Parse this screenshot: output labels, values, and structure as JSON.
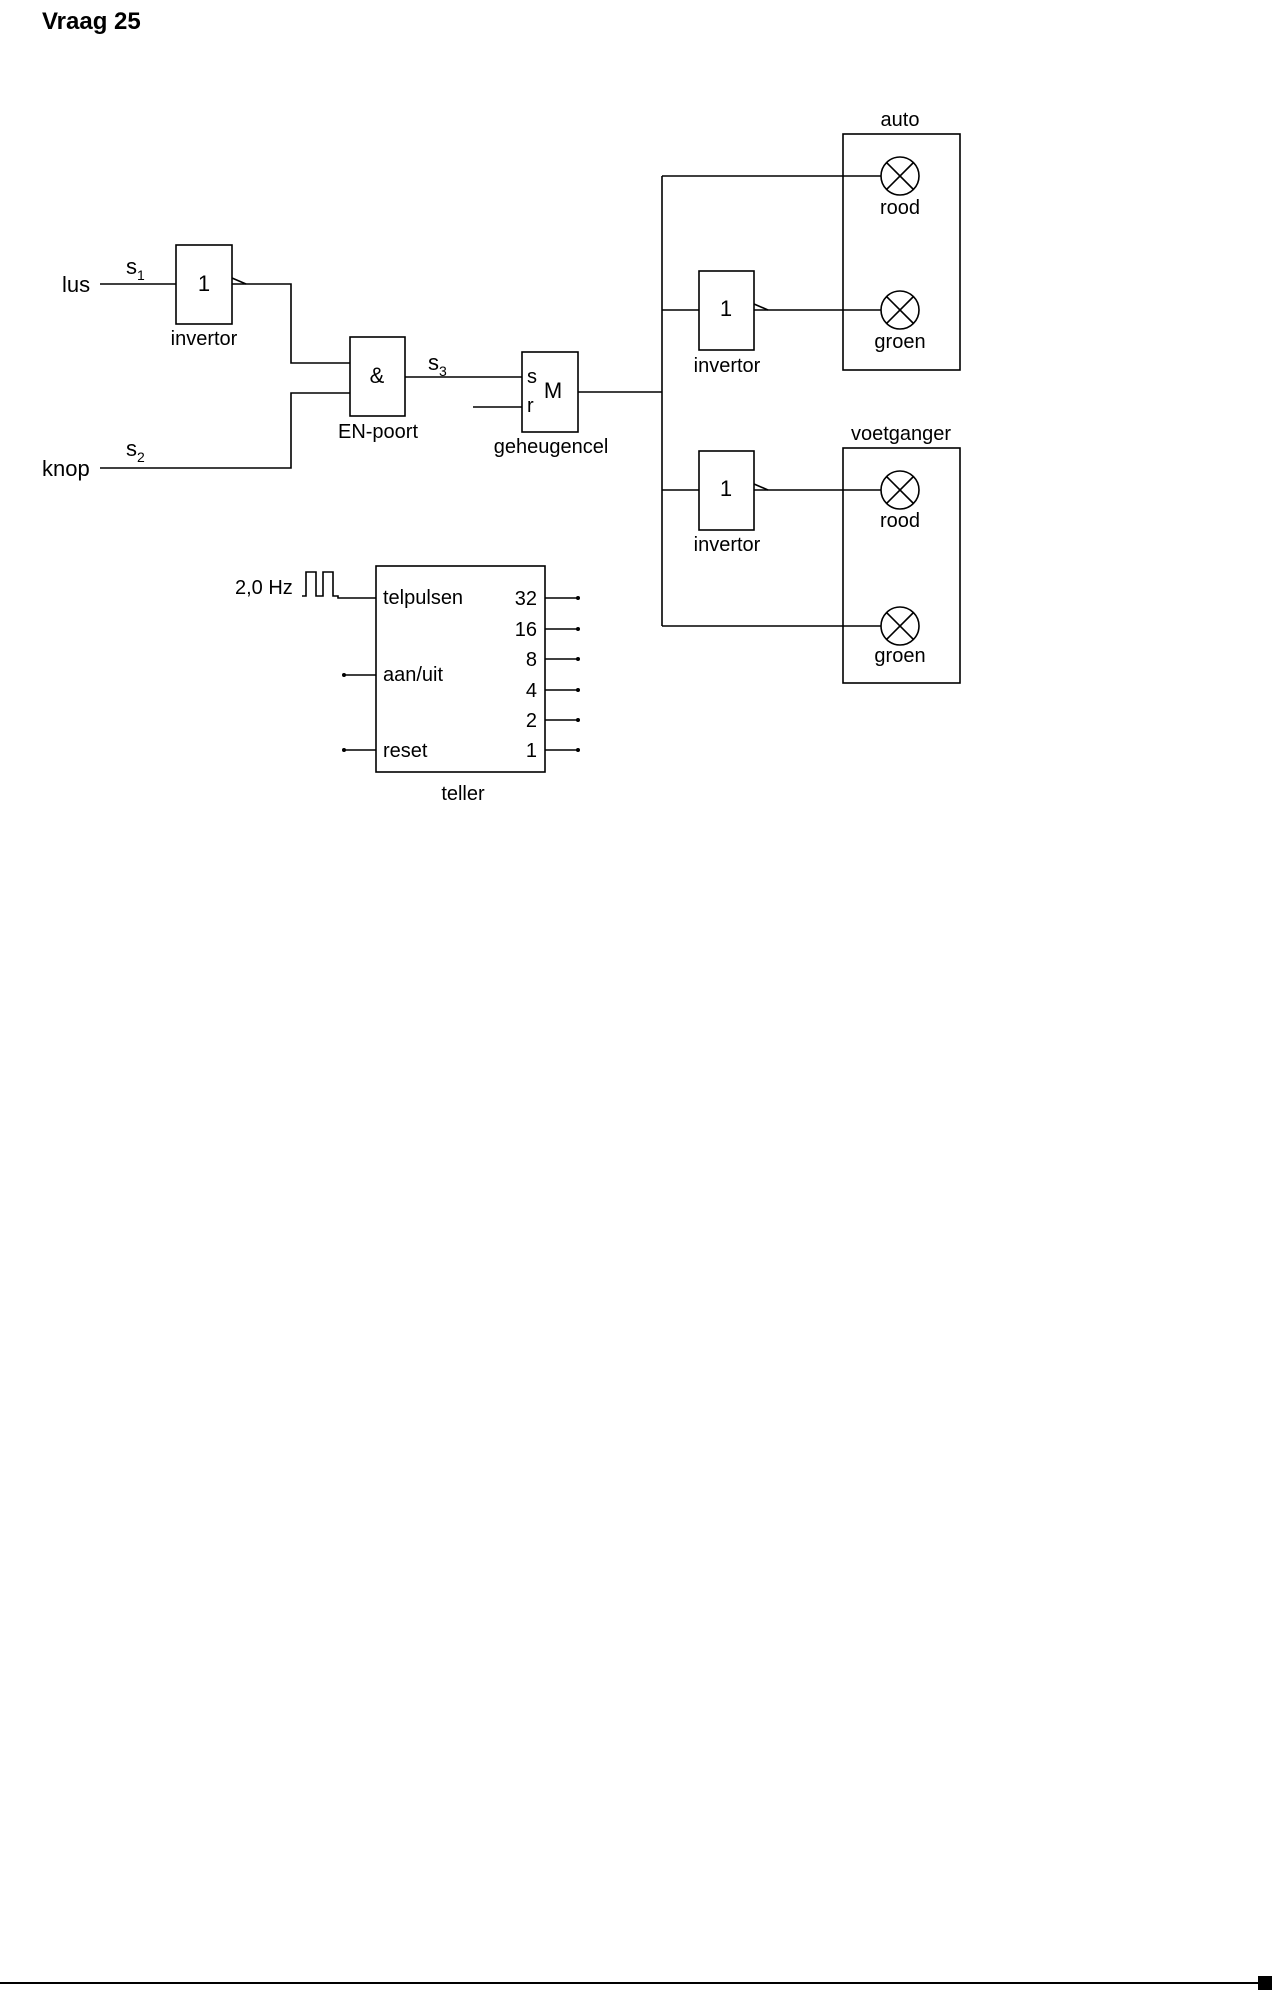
{
  "title": "Vraag 25",
  "inputs": {
    "lus": "lus",
    "s1_main": "s",
    "s1_sub": "1",
    "knop": "knop",
    "s2_main": "s",
    "s2_sub": "2",
    "s3_main": "s",
    "s3_sub": "3"
  },
  "invertor": {
    "symbol": "1",
    "label": "invertor"
  },
  "and_gate": {
    "symbol": "&",
    "label": "EN-poort"
  },
  "memory_cell": {
    "set": "s",
    "reset": "r",
    "symbol": "M",
    "label": "geheugencel"
  },
  "lamp_groups": [
    {
      "title": "auto",
      "top_lamp": "rood",
      "bottom_lamp": "groen"
    },
    {
      "title": "voetganger",
      "top_lamp": "rood",
      "bottom_lamp": "groen"
    }
  ],
  "counter": {
    "label": "teller",
    "clock": "2,0 Hz",
    "input_count": "telpulsen",
    "input_enable": "aan/uit",
    "input_reset": "reset",
    "outputs": [
      "32",
      "16",
      "8",
      "4",
      "2",
      "1"
    ]
  }
}
